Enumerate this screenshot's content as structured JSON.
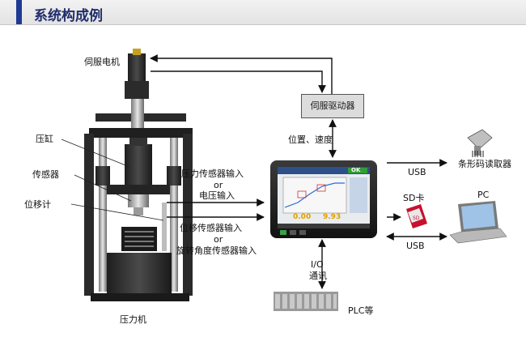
{
  "header": {
    "title": "系统构成例",
    "accent": "#1f3a93"
  },
  "labels": {
    "servo_motor": "伺服电机",
    "servo_driver": "伺服驱动器",
    "position_speed": "位置、速度",
    "cylinder": "压缸",
    "sensor": "传感器",
    "displacement_meter": "位移计",
    "press_machine": "压力机",
    "pressure_sensor_input": "压力传感器输入",
    "or_1": "or",
    "voltage_input": "电压输入",
    "displacement_sensor_input": "位移传感器输入",
    "or_2": "or",
    "rotation_angle_input": "旋转角度传感器输入",
    "usb_1": "USB",
    "barcode_reader": "条形码读取器",
    "sd_card": "SD卡",
    "pc": "PC",
    "usb_2": "USB",
    "io": "I/O",
    "comm": "通讯",
    "plc": "PLC等"
  },
  "screen": {
    "ok_badge": "OK",
    "value_left": "0.00",
    "value_right": "9.93",
    "ok_color": "#2e9d3a",
    "value_color": "#e0a000"
  },
  "sd_card_text": "SD"
}
